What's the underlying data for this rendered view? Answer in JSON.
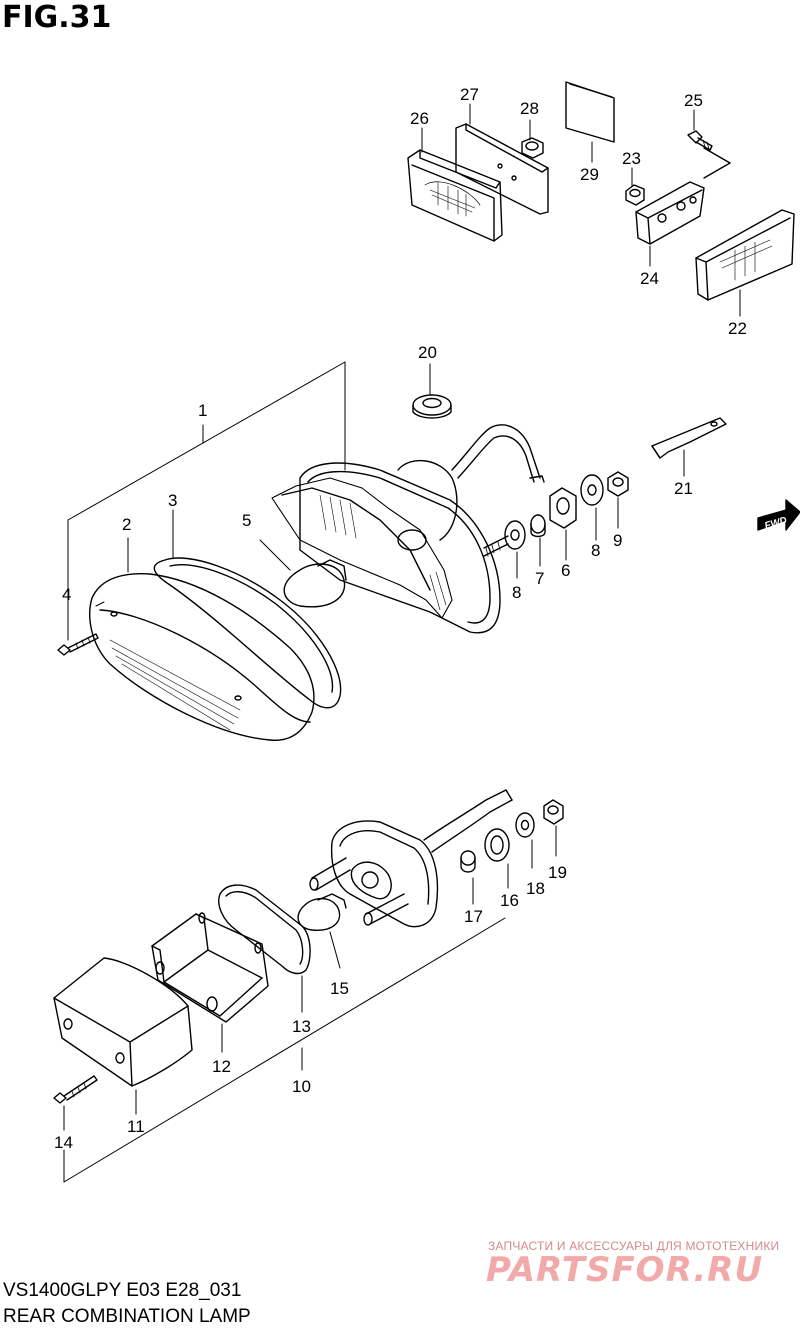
{
  "figure_title": "FIG.31",
  "model_code": "VS1400GLPY E03 E28_031",
  "caption": "REAR COMBINATION LAMP",
  "fwd_label": "FWD",
  "watermark": {
    "subtitle": "ЗАПЧАСТИ И АКСЕССУАРЫ ДЛЯ МОТОТЕХНИКИ",
    "brand": "PARTSFOR.RU"
  },
  "callouts": {
    "p1": "1",
    "p2": "2",
    "p3": "3",
    "p4": "4",
    "p5": "5",
    "p6": "6",
    "p7": "7",
    "p8a": "8",
    "p8b": "8",
    "p9": "9",
    "p10": "10",
    "p11": "11",
    "p12": "12",
    "p13": "13",
    "p14": "14",
    "p15": "15",
    "p16": "16",
    "p17": "17",
    "p18": "18",
    "p19": "19",
    "p20": "20",
    "p21": "21",
    "p22": "22",
    "p23": "23",
    "p24": "24",
    "p25": "25",
    "p26": "26",
    "p27": "27",
    "p28": "28",
    "p29": "29"
  }
}
